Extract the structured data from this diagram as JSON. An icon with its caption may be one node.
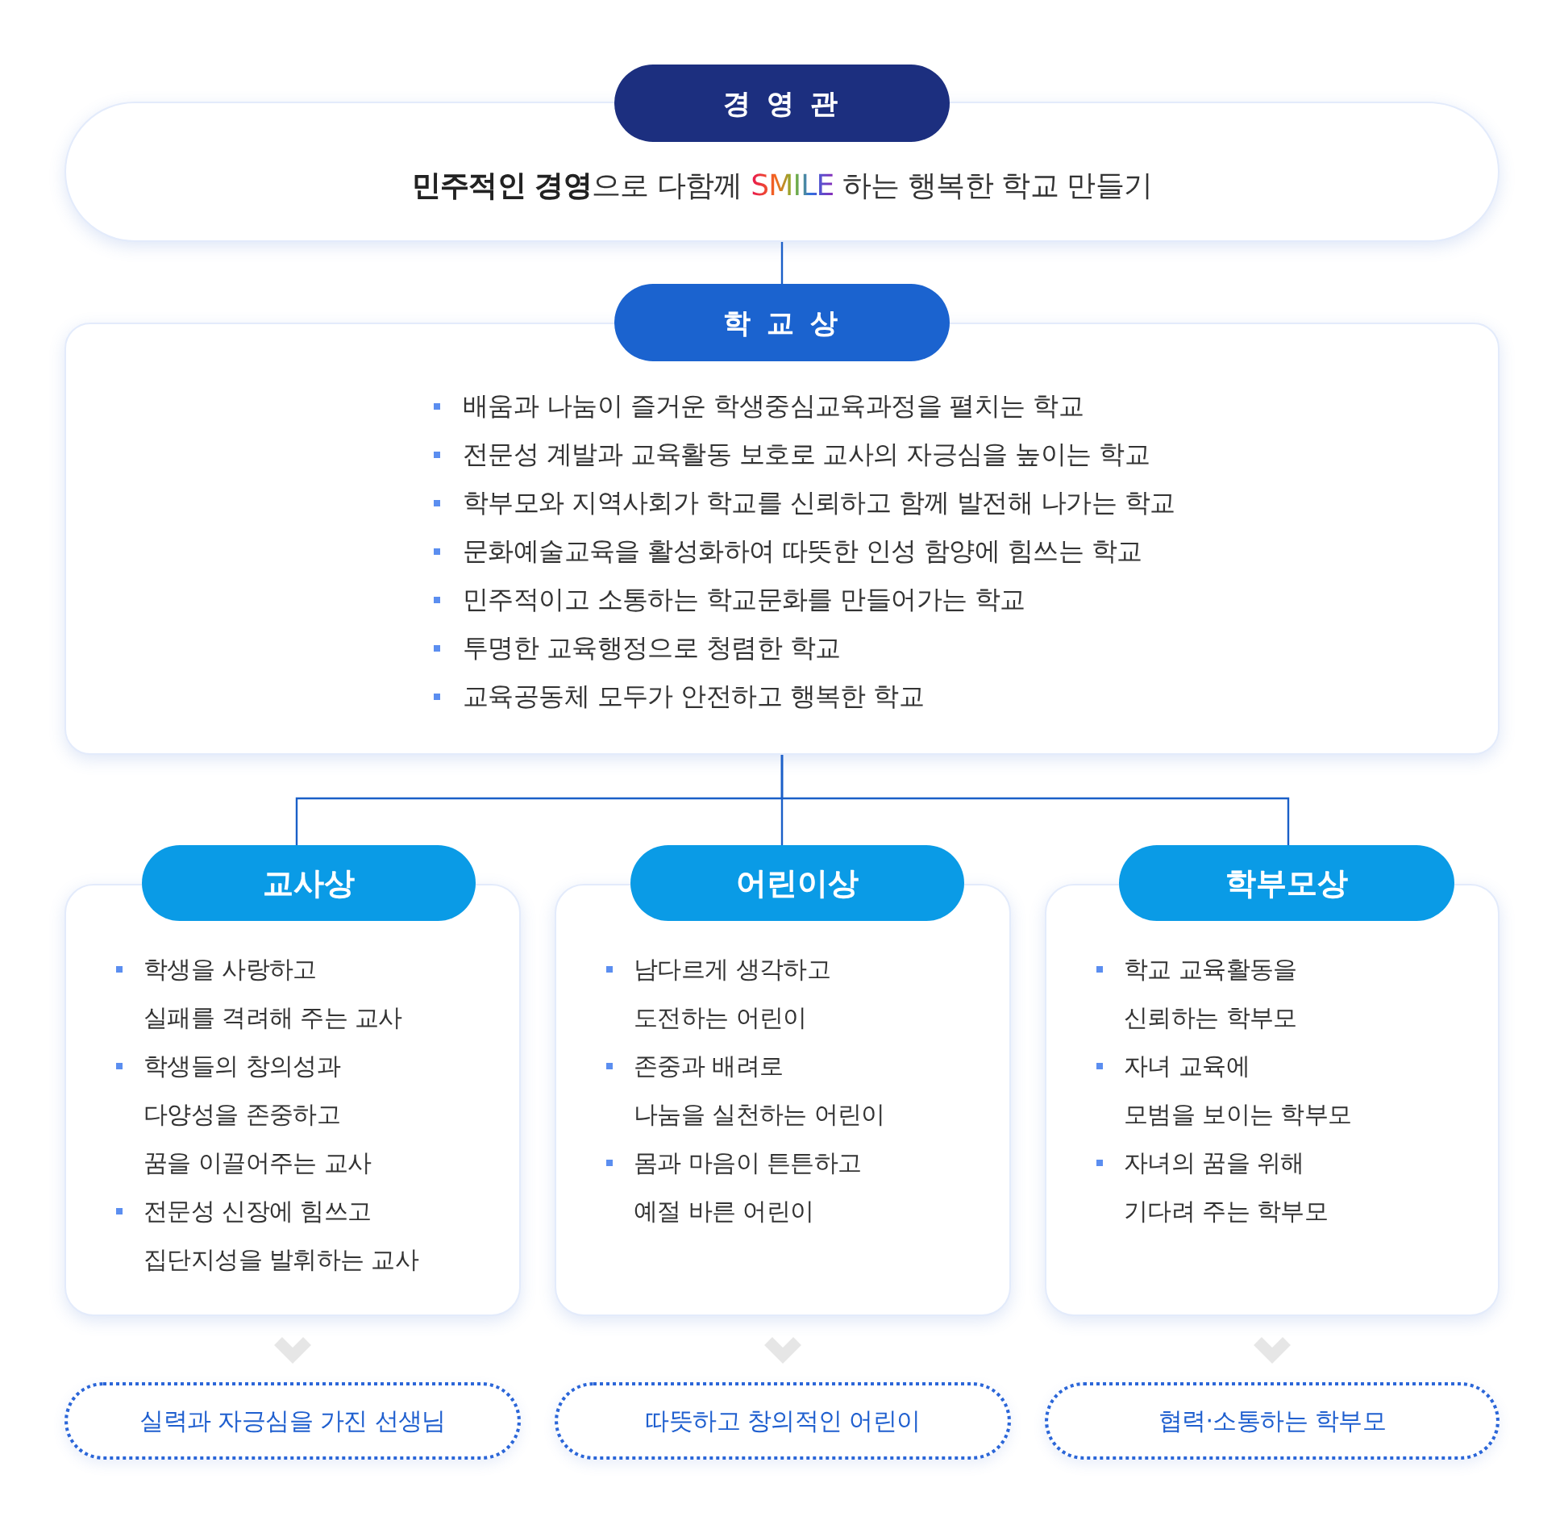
{
  "diagram": {
    "nodes": [
      {
        "text": [
          "경 영 관",
          "**민주적인 경영**으로 다함께 *SMILE* 하는 행복한 학교 만들기"
        ]
      },
      {
        "text": [
          "학 교 상",
          "배움과 나눔이 즐거운 학생중심교육과정을 펼치는 학교",
          "전문성 계발과 교육활동 보호로 교사의 자긍심을 높이는 학교",
          "학부모와 지역사회가 학교를 신뢰하고 함께 발전해 나가는 학교",
          "문화예술교육을 활성화하여 따뜻한 인성 함양에 힘쓰는 학교",
          "민주적이고 소통하는 학교문화를 만들어가는 학교",
          "투명한 교육행정으로 청렴한 학교",
          "교육공동체 모두가 안전하고 행복한 학교"
        ]
      },
      {
        "text": [
          "교사상",
          "학생을 사랑하고 실패를 격려해 주는 교사",
          "학생들의 창의성과 다양성을 존중하고 꿈을 이끌어주는 교사",
          "전문성 신장에 힘쓰고 집단지성을 발휘하는 교사"
        ]
      },
      {
        "text": [
          "어린이상",
          "남다르게 생각하고 도전하는 어린이",
          "존중과 배려로 나눔을 실천하는 어린이",
          "몸과 마음이 튼튼하고 예절 바른 어린이"
        ]
      },
      {
        "text": [
          "학부모상",
          "학교 교육활동을 신뢰하는 학부모",
          "자녀 교육에 모범을 보이는 학부모",
          "자녀의 꿈을 위해 기다려 주는 학부모"
        ]
      },
      {
        "text": [
          "실력과 자긍심을 가진 선생님"
        ]
      },
      {
        "text": [
          "따뜻하고 창의적인 어린이"
        ]
      },
      {
        "text": [
          "협력·소통하는 학부모"
        ]
      }
    ],
    "edges": [
      {
        "from": 0,
        "to": 1,
        "arrow": "none"
      },
      {
        "from": 1,
        "to": 2,
        "arrow": "none"
      },
      {
        "from": 1,
        "to": 3,
        "arrow": "none"
      },
      {
        "from": 1,
        "to": 4,
        "arrow": "none"
      },
      {
        "from": 2,
        "to": 5,
        "arrow": "to",
        "style": "thick",
        "color": "#e6e6e6"
      },
      {
        "from": 3,
        "to": 6,
        "arrow": "to",
        "style": "thick",
        "color": "#e6e6e6"
      },
      {
        "from": 4,
        "to": 7,
        "arrow": "to",
        "style": "thick",
        "color": "#e6e6e6"
      }
    ]
  }
}
